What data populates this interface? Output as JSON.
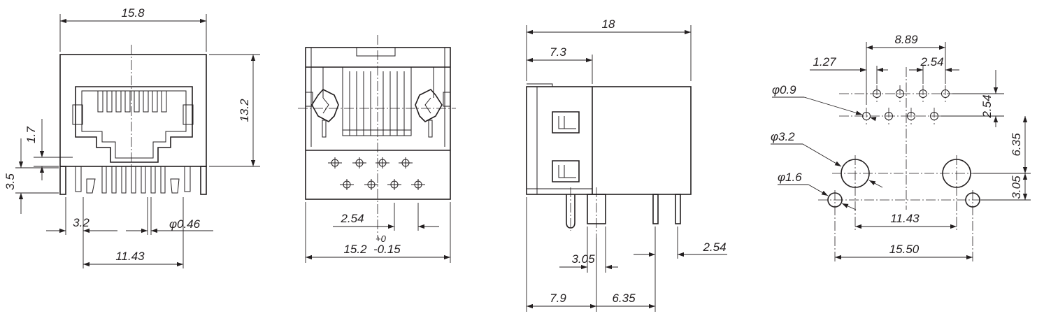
{
  "views": {
    "front": {
      "overall_width": "15.8",
      "height": "13.2",
      "tab_height": "1.7",
      "pin_length": "3.5",
      "pin_pitch_offset": "3.2",
      "pin_diameter": "0.46",
      "pin_span": "11.43"
    },
    "rear": {
      "pin_pitch": "2.54",
      "width_nominal": "15.2",
      "tol_plus": "+0",
      "tol_minus": "-0.15"
    },
    "side": {
      "depth": "18",
      "front_depth": "7.3",
      "post_width": "3.05",
      "pin_spacing": "2.54",
      "post_offset": "7.9",
      "pin_offset": "6.35"
    },
    "footprint": {
      "row_span": "8.89",
      "stagger": "1.27",
      "pitch": "2.54",
      "hole_small": "0.9",
      "hole_mount": "3.2",
      "hole_guide": "1.6",
      "row_spacing": "2.54",
      "row_to_mount": "6.35",
      "mount_to_guide": "3.05",
      "mount_span": "11.43",
      "guide_span": "15.50",
      "diameter_symbol": "φ"
    }
  }
}
